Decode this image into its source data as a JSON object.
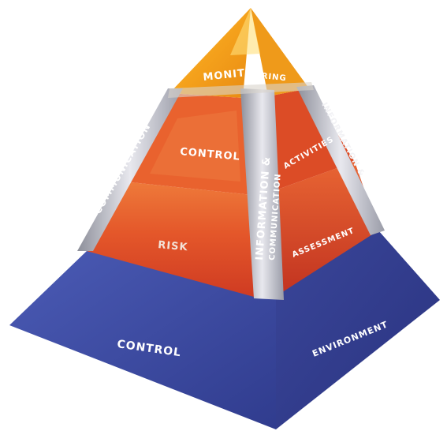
{
  "tiers": {
    "monitoring": {
      "left": "MONIT",
      "right": "ORING"
    },
    "control_activities": {
      "left": "CONTROL",
      "right": "ACTIVITIES"
    },
    "risk_assessment": {
      "left": "RISK",
      "right": "ASSESSMENT"
    },
    "control_environment": {
      "left": "CONTROL",
      "right": "ENVIRONMENT"
    }
  },
  "edges": {
    "left_edge": "COMMUNICATION",
    "front_edge_1": "INFORMATION &",
    "front_edge_2": "COMMUNICATION",
    "right_edge": "INFORMATION &"
  },
  "colors": {
    "monitoring": "#f5a21c",
    "control_activities": "#e4572a",
    "risk_assessment": "#d63f22",
    "control_environment": "#3c4aa2",
    "glass_edge": "#c9c9cf"
  }
}
